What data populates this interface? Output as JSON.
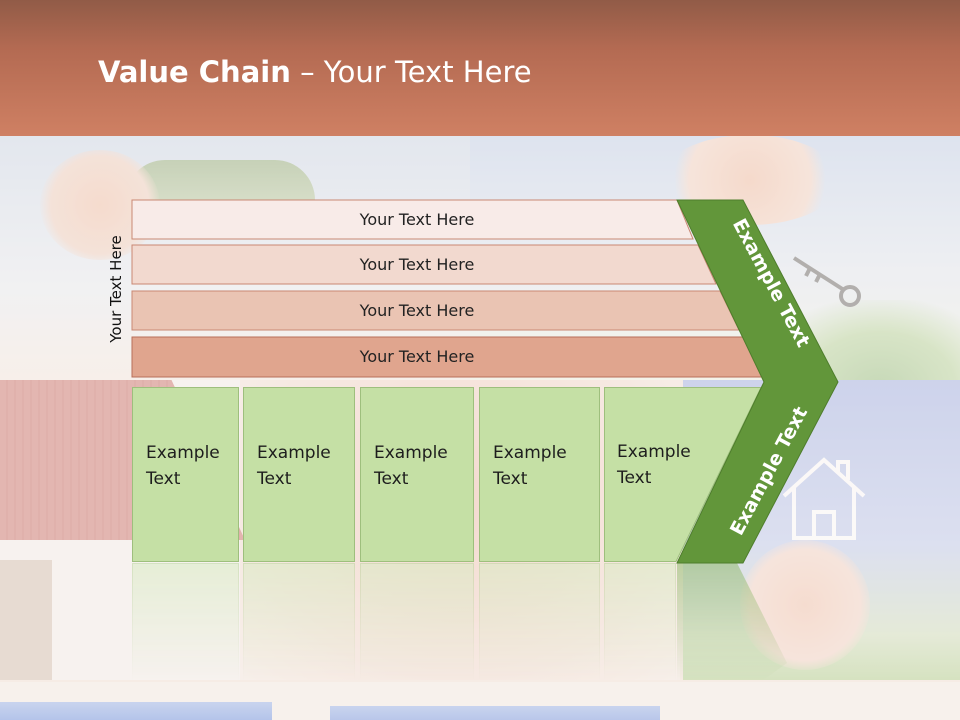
{
  "slide": {
    "title_bold": "Value Chain",
    "title_rest": " – Your Text Here"
  },
  "side_label": "Your Text Here",
  "rows": [
    {
      "label": "Your Text Here",
      "color": "#f8ebe8"
    },
    {
      "label": "Your Text Here",
      "color": "#f2d9cf"
    },
    {
      "label": "Your Text Here",
      "color": "#eac4b3"
    },
    {
      "label": "Your Text Here",
      "color": "#e0a58e"
    }
  ],
  "columns": [
    {
      "line1": "Example",
      "line2": "Text"
    },
    {
      "line1": "Example",
      "line2": "Text"
    },
    {
      "line1": "Example",
      "line2": "Text"
    },
    {
      "line1": "Example",
      "line2": "Text"
    },
    {
      "line1": "Example",
      "line2": "Text"
    }
  ],
  "chevron": {
    "upper_label": "Example Text",
    "lower_label": "Example Text",
    "color": "#62963a"
  },
  "colors": {
    "title_bar": "#c77a60",
    "column_fill": "#c5e0a5"
  }
}
